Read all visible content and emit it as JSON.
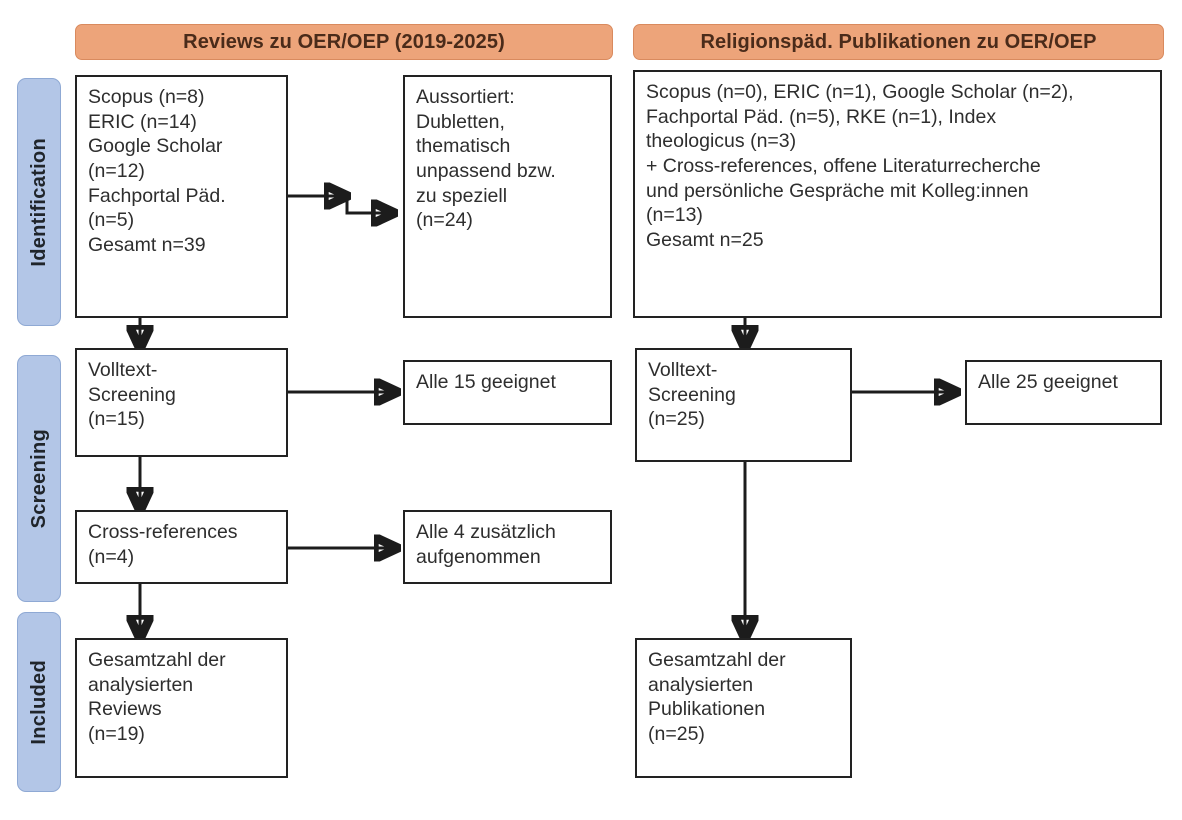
{
  "diagram": {
    "type": "prisma-flow",
    "colors": {
      "banner_fill": "#eda47a",
      "stage_label_fill": "#b3c6e7",
      "box_border": "#222222",
      "text": "#2e2e2e",
      "background": "#ffffff"
    }
  },
  "columns": [
    {
      "id": "reviews",
      "banner": "Reviews zu OER/OEP (2019-2025)"
    },
    {
      "id": "publikationen",
      "banner": "Religionspäd. Publikationen zu OER/OEP"
    }
  ],
  "stages": [
    {
      "id": "identification",
      "label": "Identification"
    },
    {
      "id": "screening",
      "label": "Screening"
    },
    {
      "id": "included",
      "label": "Included"
    }
  ],
  "boxes": {
    "left_identification": "Scopus (n=8)\nERIC (n=14)\nGoogle Scholar\n(n=12)\nFachportal Päd.\n(n=5)\nGesamt n=39",
    "left_excluded": "Aussortiert:\nDubletten,\nthematisch\nunpassend bzw.\nzu speziell\n(n=24)",
    "left_screening": "Volltext-\nScreening\n(n=15)",
    "left_screening_out": "Alle 15 geeignet",
    "left_crossrefs": "Cross-references\n(n=4)",
    "left_crossrefs_out": "Alle 4 zusätzlich\naufgenommen",
    "left_included": "Gesamtzahl der\nanalysierten\nReviews\n(n=19)",
    "right_identification": "Scopus (n=0), ERIC (n=1), Google Scholar (n=2),\nFachportal Päd. (n=5), RKE (n=1), Index\ntheologicus (n=3)\n+ Cross-references, offene Literaturrecherche\nund persönliche Gespräche mit Kolleg:innen\n(n=13)\nGesamt n=25",
    "right_screening": "Volltext-\nScreening\n(n=25)",
    "right_screening_out": "Alle 25 geeignet",
    "right_included": "Gesamtzahl der\nanalysierten\nPublikationen\n(n=25)"
  },
  "counts": {
    "left_scopus": 8,
    "left_eric": 14,
    "left_google_scholar": 12,
    "left_fachportal": 5,
    "left_total": 39,
    "left_excluded": 24,
    "left_fulltext_screening": 15,
    "left_crossrefs": 4,
    "left_included": 19,
    "right_scopus": 0,
    "right_eric": 1,
    "right_google_scholar": 2,
    "right_fachportal": 5,
    "right_rke": 1,
    "right_index_theologicus": 3,
    "right_additional": 13,
    "right_total": 25,
    "right_fulltext_screening": 25,
    "right_included": 25
  }
}
